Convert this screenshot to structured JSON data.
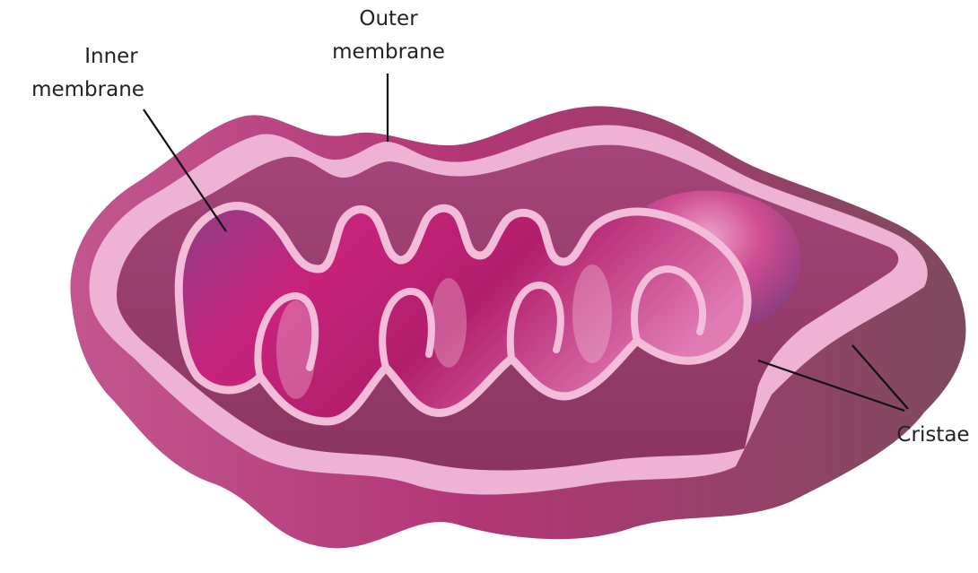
{
  "labels": {
    "outer_line1": "Outer",
    "outer_line2": "membrane",
    "inner_line1": "Inner",
    "inner_line2": "membrane",
    "cristae": "Cristae"
  },
  "colors": {
    "outer_membrane": "#eeb2d4",
    "outer_edge": "#f6cfe5",
    "inter_membrane_space": "#9e3e6e",
    "matrix": "#c4247a",
    "matrix_light": "#e06aa8",
    "shadow": "#8a5368",
    "cristae_fill": "#f3bcd9",
    "leader_lines": "#111111"
  }
}
